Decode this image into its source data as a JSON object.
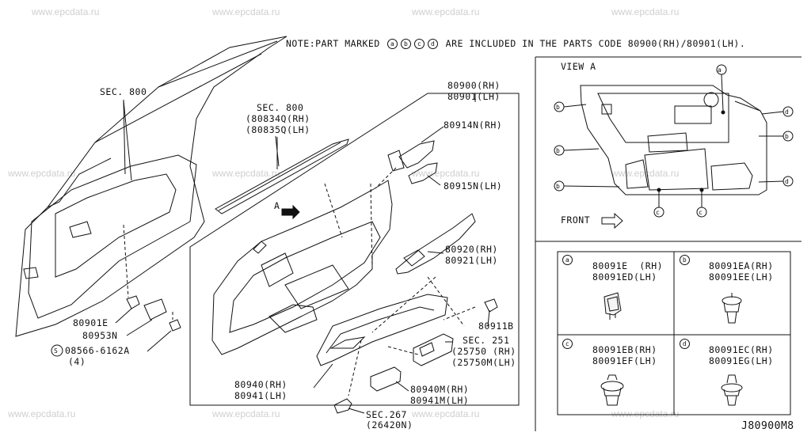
{
  "watermark": "www.epcdata.ru",
  "note": {
    "prefix": "NOTE:PART MARKED",
    "marks": [
      "a",
      "b",
      "c",
      "d"
    ],
    "suffix": "ARE INCLUDED IN THE PARTS CODE 80900(RH)/80901(LH)."
  },
  "view": {
    "title": "VIEW A",
    "front_label": "FRONT",
    "callouts": [
      "a",
      "b",
      "c",
      "d"
    ]
  },
  "arrow_a_label": "A",
  "parts": {
    "sec800_main": "SEC. 800",
    "sec800_seal": [
      "SEC. 800",
      "(80834Q(RH)",
      "(80835Q(LH)"
    ],
    "trim": [
      "80900(RH)",
      "80901(LH)"
    ],
    "p80914": "80914N(RH)",
    "p80915": "80915N(LH)",
    "p80920": [
      "80920(RH)",
      "80921(LH)"
    ],
    "p80911": "80911B",
    "sec251": [
      "SEC. 251",
      "(25750 (RH)",
      "(25750M(LH)"
    ],
    "p80940": [
      "80940(RH)",
      "80941(LH)"
    ],
    "p80940m": [
      "80940M(RH)",
      "80941M(LH)"
    ],
    "sec267": [
      "SEC.267",
      "(26420N)"
    ],
    "p80901e": "80901E",
    "p80953": "80953N",
    "bolt": [
      "08566-6162A",
      "(4)"
    ],
    "bolt_mark": "S"
  },
  "table": [
    {
      "mark": "a",
      "lines": [
        "80091E  (RH)",
        "80091ED(LH)"
      ]
    },
    {
      "mark": "b",
      "lines": [
        "80091EA(RH)",
        "80091EE(LH)"
      ]
    },
    {
      "mark": "c",
      "lines": [
        "80091EB(RH)",
        "80091EF(LH)"
      ]
    },
    {
      "mark": "d",
      "lines": [
        "80091EC(RH)",
        "80091EG(LH)"
      ]
    }
  ],
  "diagram_code": "J80900M8"
}
